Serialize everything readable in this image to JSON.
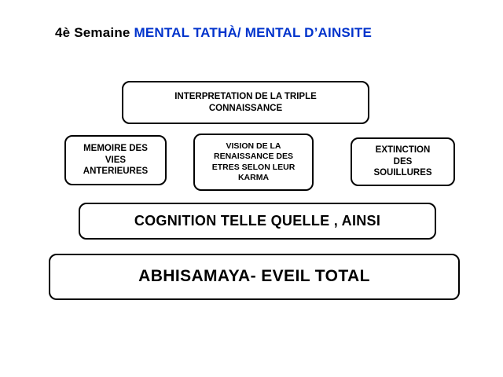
{
  "title": {
    "prefix": "4è Semaine ",
    "highlight": "MENTAL TATHÀ/ MENTAL D’AINSITE"
  },
  "colors": {
    "background": "#ffffff",
    "title_text": "#000000",
    "title_highlight": "#0033cc",
    "box_border": "#000000",
    "box_fill": "#ffffff"
  },
  "boxes": {
    "interpretation": {
      "text": "INTERPRETATION DE LA TRIPLE\nCONNAISSANCE"
    },
    "memoire": {
      "text": "MEMOIRE DES\nVIES\nANTERIEURES"
    },
    "vision": {
      "text": "VISION DE LA\nRENAISSANCE DES\nETRES SELON LEUR\nKARMA"
    },
    "extinction": {
      "text": "EXTINCTION\nDES\nSOUILLURES"
    },
    "cognition": {
      "text": "COGNITION TELLE QUELLE , AINSI"
    },
    "abhisamaya": {
      "text": "ABHISAMAYA- EVEIL TOTAL"
    }
  }
}
